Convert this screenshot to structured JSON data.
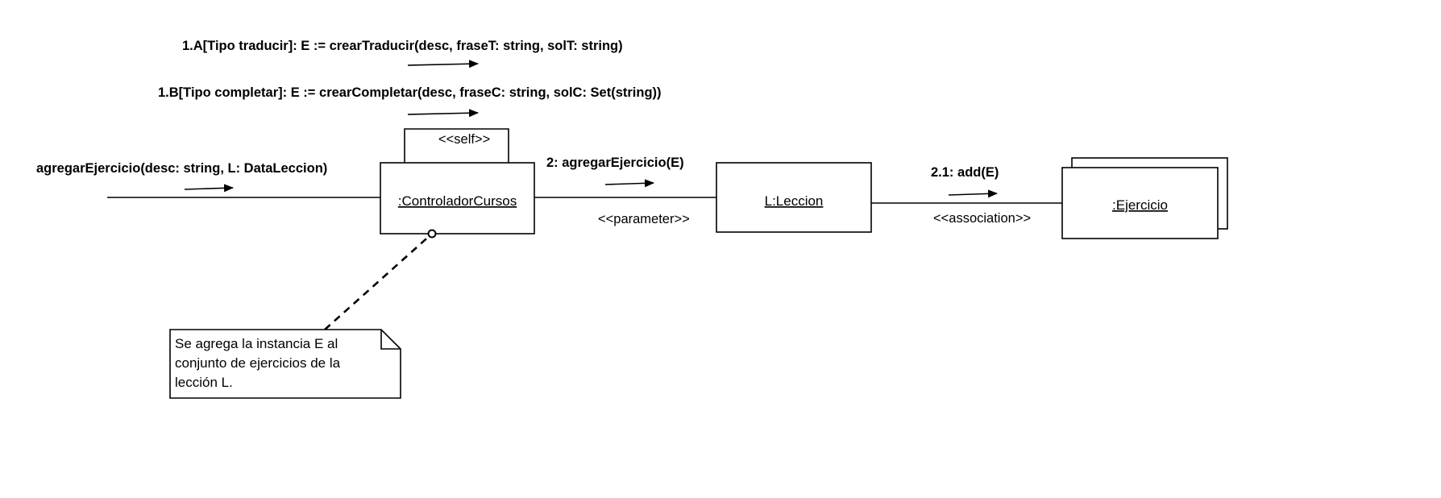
{
  "objects": {
    "controlador": ":ControladorCursos",
    "leccion": "L:Leccion",
    "ejercicio": ":Ejercicio"
  },
  "messages": {
    "m1a": "1.A[Tipo traducir]: E := crearTraducir(desc, fraseT: string, solT: string)",
    "m1b": "1.B[Tipo completar]: E := crearCompletar(desc, fraseC: string, solC: Set(string))",
    "entry": "agregarEjercicio(desc: string, L: DataLeccion)",
    "m2": "2: agregarEjercicio(E)",
    "m21": "2.1: add(E)"
  },
  "stereotypes": {
    "self": "<<self>>",
    "parameter": "<<parameter>>",
    "association": "<<association>>"
  },
  "note": {
    "lines": [
      "Se agrega la instancia E al",
      "conjunto de ejercicios de la",
      "lección L."
    ]
  }
}
